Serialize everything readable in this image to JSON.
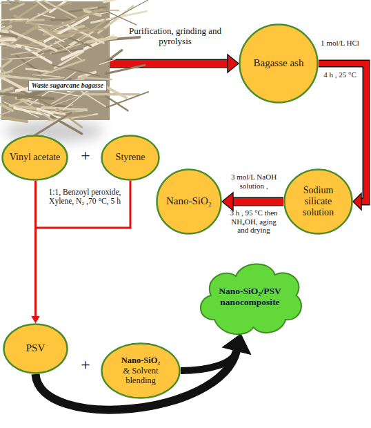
{
  "diagram": {
    "nodes": [
      {
        "text": [
          "Waste sugarcane bagasse"
        ]
      },
      {
        "text": [
          "Bagasse ash"
        ]
      },
      {
        "text": [
          "Sodium silicate solution"
        ]
      },
      {
        "text": [
          "Nano-SiO₂"
        ]
      },
      {
        "text": [
          "Vinyl acetate"
        ]
      },
      {
        "text": [
          "Styrene"
        ]
      },
      {
        "text": [
          "PSV"
        ]
      },
      {
        "text": [
          "Nano-SiO₂",
          "& Solvent blending"
        ]
      },
      {
        "text": [
          "Nano-SiO₂/PSV nanocomposite"
        ]
      }
    ],
    "edges": [
      {
        "from": 0,
        "to": 1,
        "arrow": "to",
        "label": "Purification, grinding and pyrolysis"
      },
      {
        "from": 1,
        "to": 2,
        "arrow": "to",
        "label": "1 mol/L HCl"
      },
      {
        "from": 2,
        "to": 3,
        "arrow": "to",
        "label": "3 mol/L NaOH solution ,"
      },
      {
        "from": 4,
        "to": 6,
        "arrow": "to"
      },
      {
        "from": 5,
        "to": 6,
        "arrow": "to"
      },
      {
        "from": 6,
        "to": 8,
        "arrow": "to"
      },
      {
        "from": 7,
        "to": 8,
        "arrow": "to"
      }
    ],
    "labels": [
      "4 h , 25 °C",
      "3 h , 95 °C then NH₄OH, aging and drying",
      "+",
      "1:1, Benzoyl peroxide, Xylene, N₂ ,70 °C, 5 h",
      "+"
    ]
  }
}
